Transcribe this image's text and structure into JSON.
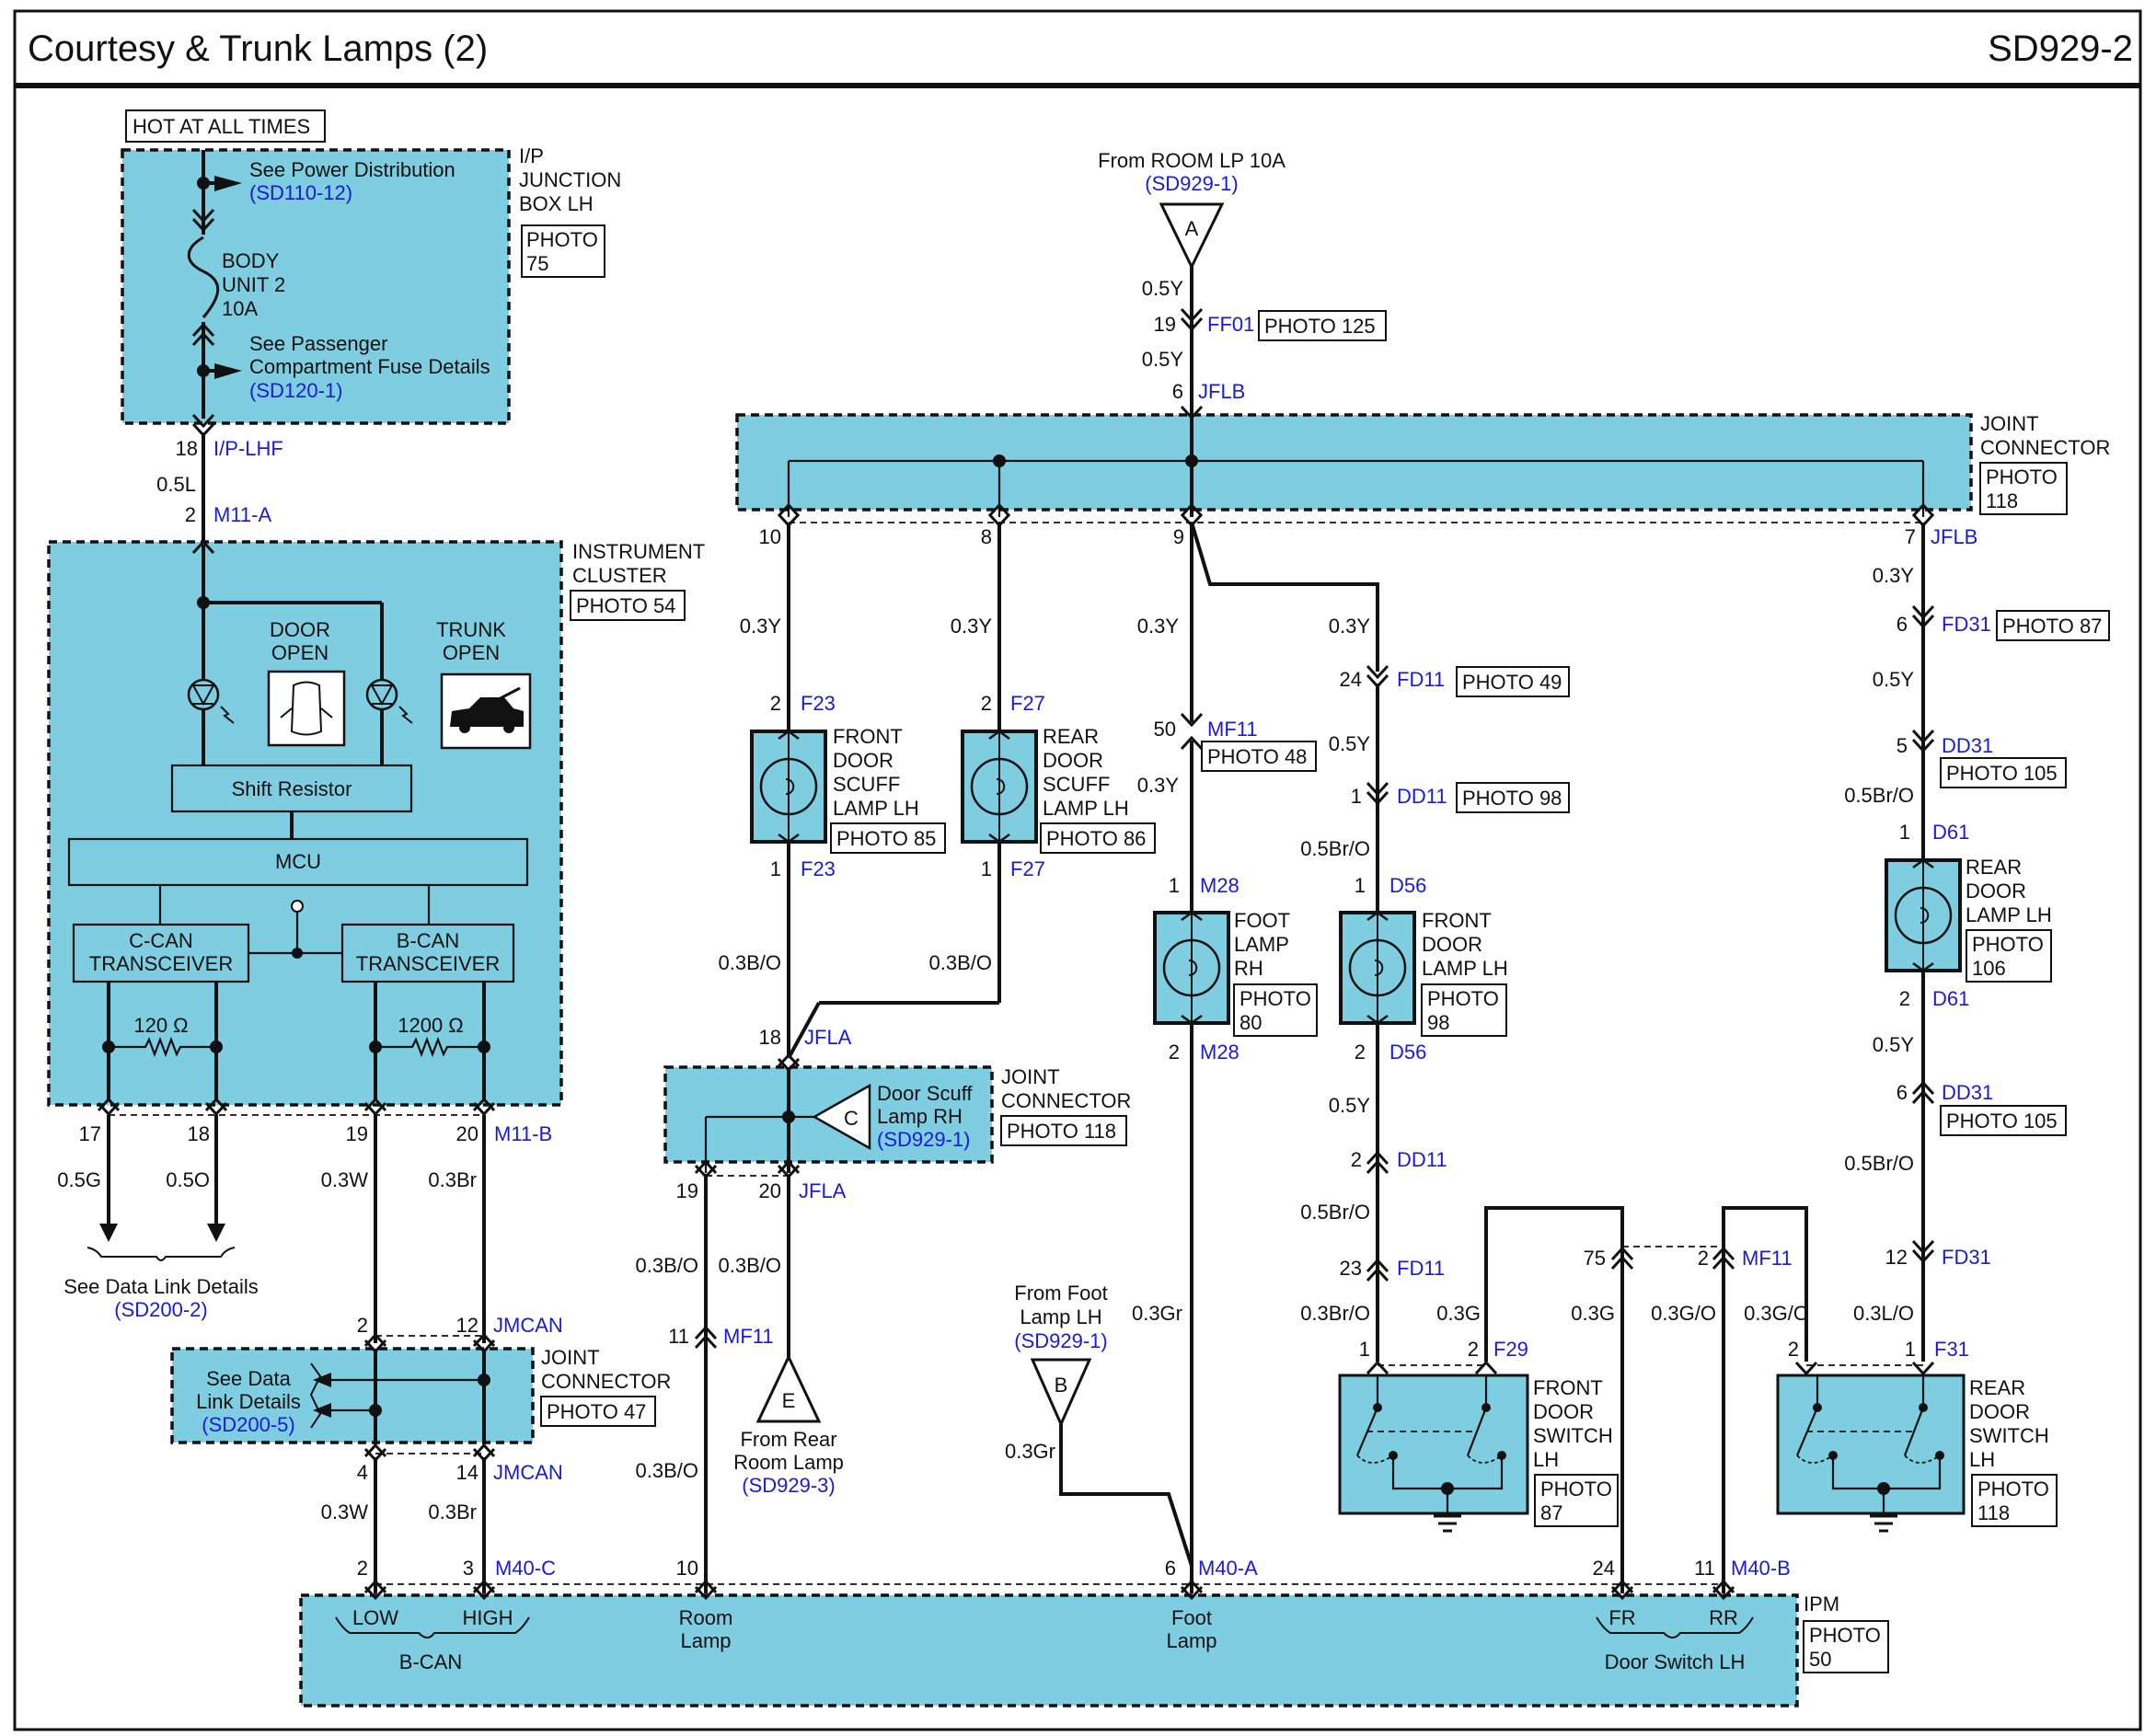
{
  "header": {
    "title": "Courtesy & Trunk Lamps (2)",
    "code": "SD929-2"
  },
  "power": {
    "hot": "HOT AT ALL TIMES",
    "junction": [
      "I/P",
      "JUNCTION",
      "BOX LH"
    ],
    "photo": [
      "PHOTO",
      "75"
    ],
    "see_power": "See Power Distribution",
    "see_power_ref": "(SD110-12)",
    "fuse": [
      "BODY",
      "UNIT 2",
      "10A"
    ],
    "see_pass": [
      "See Passenger",
      "Compartment Fuse Details"
    ],
    "see_pass_ref": "(SD120-1)",
    "pin18": "18",
    "conn_iplhf": "I/P-LHF",
    "wire_05l": "0.5L",
    "pin2": "2",
    "conn_m11a": "M11-A"
  },
  "cluster": {
    "name": [
      "INSTRUMENT",
      "CLUSTER"
    ],
    "photo": "PHOTO 54",
    "door": [
      "DOOR",
      "OPEN"
    ],
    "trunk": [
      "TRUNK",
      "OPEN"
    ],
    "shift": "Shift Resistor",
    "mcu": "MCU",
    "ccan": [
      "C-CAN",
      "TRANSCEIVER"
    ],
    "bcan": [
      "B-CAN",
      "TRANSCEIVER"
    ],
    "r1": "120 Ω",
    "r2": "1200 Ω",
    "pins": [
      "17",
      "18",
      "19",
      "20"
    ],
    "conn": "M11-B",
    "wires": [
      "0.5G",
      "0.5O",
      "0.3W",
      "0.3Br"
    ],
    "see_data": "See Data Link Details",
    "see_data_ref": "(SD200-2)"
  },
  "jmcan": {
    "pin2": "2",
    "pin12": "12",
    "conn": "JMCAN",
    "see": [
      "See Data",
      "Link Details"
    ],
    "see_ref": "(SD200-5)",
    "name": [
      "JOINT",
      "CONNECTOR"
    ],
    "photo": "PHOTO 47",
    "pin4": "4",
    "pin14": "14",
    "conn2": "JMCAN",
    "wires": [
      "0.3W",
      "0.3Br"
    ],
    "m40_pins": [
      "2",
      "3"
    ],
    "m40": "M40-C"
  },
  "top": {
    "from": "From ROOM LP 10A",
    "from_ref": "(SD929-1)",
    "a": "A",
    "w1": "0.5Y",
    "pin19": "19",
    "ff01": "FF01",
    "photo125": "PHOTO 125",
    "w2": "0.5Y",
    "pin6": "6",
    "jflb": "JFLB",
    "jc": [
      "JOINT",
      "CONNECTOR"
    ],
    "jc_photo": [
      "PHOTO",
      "118"
    ],
    "pins": [
      "10",
      "8",
      "9",
      "7"
    ],
    "jflb2": "JFLB"
  },
  "col_f23": {
    "wire": "0.3Y",
    "pin2": "2",
    "conn": "F23",
    "name": [
      "FRONT",
      "DOOR",
      "SCUFF",
      "LAMP LH"
    ],
    "photo": "PHOTO 85",
    "pin1": "1",
    "conn2": "F23",
    "wire2": "0.3B/O"
  },
  "col_f27": {
    "wire": "0.3Y",
    "pin2": "2",
    "conn": "F27",
    "name": [
      "REAR",
      "DOOR",
      "SCUFF",
      "LAMP LH"
    ],
    "photo": "PHOTO 86",
    "pin1": "1",
    "conn2": "F27",
    "wire2": "0.3B/O"
  },
  "jfla": {
    "pin18": "18",
    "conn": "JFLA",
    "c": "C",
    "door_scuff": [
      "Door Scuff",
      "Lamp RH"
    ],
    "door_scuff_ref": "(SD929-1)",
    "name": [
      "JOINT",
      "CONNECTOR"
    ],
    "photo": "PHOTO 118",
    "pin19": "19",
    "pin20": "20",
    "conn2": "JFLA",
    "w19": "0.3B/O",
    "w20": "0.3B/O",
    "pin11": "11",
    "mf11": "MF11",
    "w_below": "0.3B/O",
    "e": "E",
    "from_rear": [
      "From Rear",
      "Room Lamp"
    ],
    "from_rear_ref": "(SD929-3)"
  },
  "col_m28": {
    "wire": "0.3Y",
    "pin50": "50",
    "mf11": "MF11",
    "photo48": "PHOTO 48",
    "wire2": "0.3Y",
    "pin1": "1",
    "conn": "M28",
    "name": [
      "FOOT",
      "LAMP",
      "RH"
    ],
    "photo": [
      "PHOTO",
      "80"
    ],
    "pin2": "2",
    "conn2": "M28",
    "wire3": "0.3Gr"
  },
  "foot_lh": {
    "from": [
      "From Foot",
      "Lamp LH"
    ],
    "ref": "(SD929-1)",
    "b": "B",
    "wire": "0.3Gr"
  },
  "col_d56": {
    "wire": "0.3Y",
    "pin24": "24",
    "fd11": "FD11",
    "photo49": "PHOTO 49",
    "wire2": "0.5Y",
    "pin1": "1",
    "dd11": "DD11",
    "photo98": "PHOTO 98",
    "wire3": "0.5Br/O",
    "pin1b": "1",
    "d56": "D56",
    "name": [
      "FRONT",
      "DOOR",
      "LAMP LH"
    ],
    "photo": [
      "PHOTO",
      "98"
    ],
    "pin2": "2",
    "d56b": "D56",
    "wire4": "0.5Y",
    "pin2b": "2",
    "dd11b": "DD11",
    "wire5": "0.5Br/O",
    "pin23": "23",
    "fd11b": "FD11",
    "wire6": "0.3Br/O",
    "wire7": "0.3G",
    "f29pin1": "1",
    "f29pin2": "2",
    "f29": "F29",
    "sw_name": [
      "FRONT",
      "DOOR",
      "SWITCH",
      "LH"
    ],
    "sw_photo": [
      "PHOTO",
      "87"
    ]
  },
  "col_d61": {
    "wire": "0.3Y",
    "pin6": "6",
    "fd31": "FD31",
    "photo87": "PHOTO 87",
    "wire2": "0.5Y",
    "pin5": "5",
    "dd31": "DD31",
    "photo105": "PHOTO 105",
    "wire3": "0.5Br/O",
    "pin1": "1",
    "d61": "D61",
    "name": [
      "REAR",
      "DOOR",
      "LAMP LH"
    ],
    "photo": [
      "PHOTO",
      "106"
    ],
    "pin2": "2",
    "d61b": "D61",
    "wire4": "0.5Y",
    "pin6b": "6",
    "dd31b": "DD31",
    "photo105b": "PHOTO 105",
    "wire5": "0.5Br/O",
    "pin12": "12",
    "fd31b": "FD31",
    "wire6": "0.3L/O",
    "wire7": "0.3G/O",
    "f31pin1": "1",
    "f31pin2": "2",
    "f31": "F31",
    "sw_name": [
      "REAR",
      "DOOR",
      "SWITCH",
      "LH"
    ],
    "sw_photo": [
      "PHOTO",
      "118"
    ]
  },
  "mf11b": {
    "pin75": "75",
    "pin2": "2",
    "conn": "MF11",
    "w1": "0.3G",
    "w2": "0.3G/O"
  },
  "ipm": {
    "pin2": "2",
    "pin3": "3",
    "m40c": "M40-C",
    "pin10": "10",
    "pin6": "6",
    "m40a": "M40-A",
    "pin24": "24",
    "pin11": "11",
    "m40b": "M40-B",
    "low": "LOW",
    "high": "HIGH",
    "bcan": "B-CAN",
    "room": [
      "Room",
      "Lamp"
    ],
    "foot": [
      "Foot",
      "Lamp"
    ],
    "fr": "FR",
    "rr": "RR",
    "door_sw": "Door Switch LH",
    "name": "IPM",
    "photo": [
      "PHOTO",
      "50"
    ]
  }
}
